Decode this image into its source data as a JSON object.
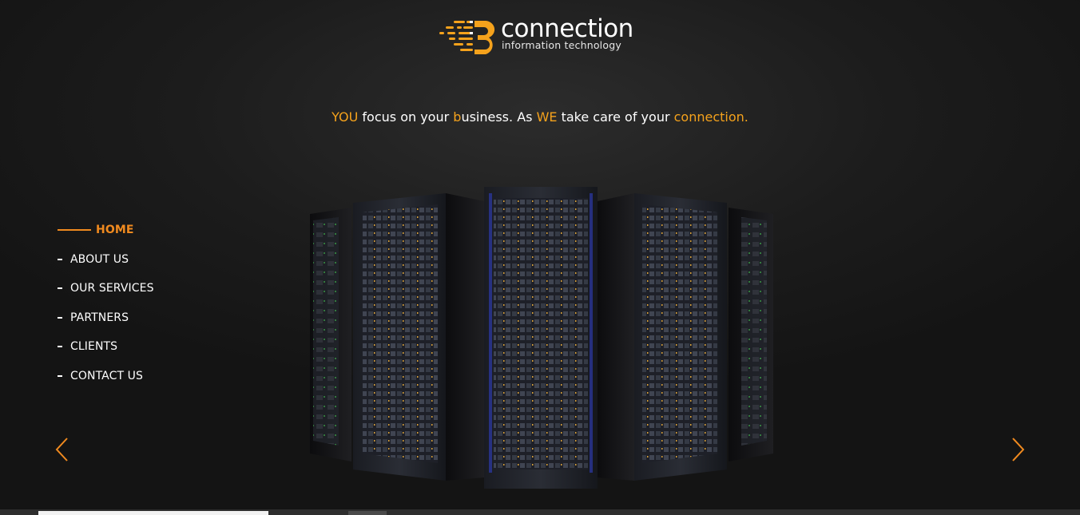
{
  "logo": {
    "word": "connection",
    "subtitle": "information technology",
    "accent_color": "#f5a21c"
  },
  "tagline": {
    "part1": "YOU",
    "part2": " focus on your ",
    "part3": "b",
    "part4": "usiness. As ",
    "part5": "WE",
    "part6": " take care of your ",
    "part7": "connection."
  },
  "nav": {
    "items": [
      {
        "label": "HOME",
        "active": true
      },
      {
        "label": "ABOUT US"
      },
      {
        "label": "OUR SERVICES"
      },
      {
        "label": "PARTNERS"
      },
      {
        "label": "CLIENTS"
      },
      {
        "label": "CONTACT US"
      }
    ]
  },
  "slider": {
    "prev_icon": "chevron-left-icon",
    "next_icon": "chevron-right-icon",
    "image": "server-racks"
  },
  "colors": {
    "accent": "#f5a21c",
    "nav_active": "#f08a1f",
    "background": "#1c1c1c",
    "text": "#ffffff"
  }
}
